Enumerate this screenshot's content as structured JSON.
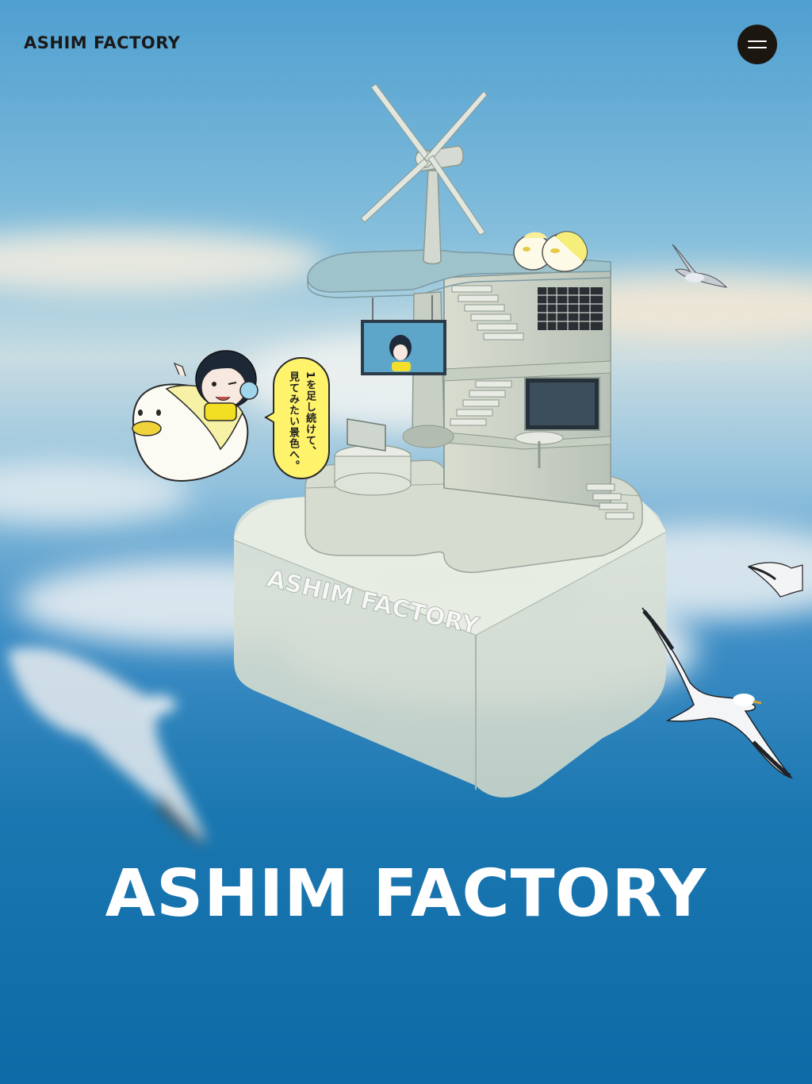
{
  "header": {
    "brand": "ASHIM FACTORY",
    "menu_icon": "hamburger-icon"
  },
  "hero": {
    "title": "ASHIM FACTORY",
    "sign_text": "ASHIM FACTORY",
    "speech_bubble": {
      "line1": "1を足し続けて、",
      "line2": "見てみたい景色へ。"
    }
  },
  "colors": {
    "menu_button_bg": "#1c1610",
    "brand_text": "#1a1a1a",
    "title_text": "#ffffff",
    "bubble_bg": "#fff36b",
    "sky_top": "#4f9fd0",
    "sea_bottom": "#0e6aa6"
  }
}
